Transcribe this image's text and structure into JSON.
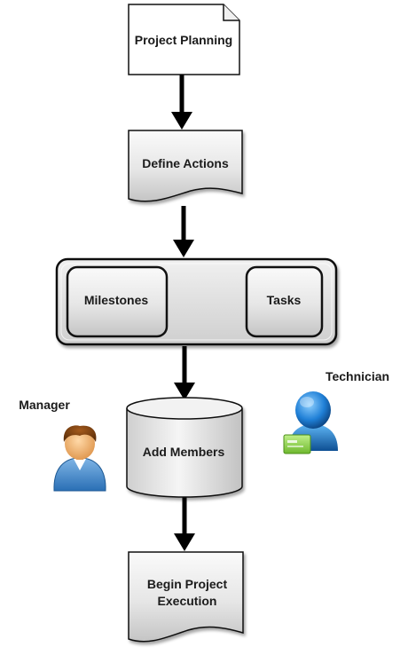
{
  "diagram": {
    "nodes": {
      "project_planning": {
        "label": "Project Planning"
      },
      "define_actions": {
        "label": "Define Actions"
      },
      "milestones": {
        "label": "Milestones"
      },
      "tasks": {
        "label": "Tasks"
      },
      "add_members": {
        "label": "Add Members"
      },
      "begin_execution": {
        "label_line1": "Begin Project",
        "label_line2": "Execution"
      }
    },
    "actors": {
      "manager": {
        "label": "Manager",
        "icon": "manager-person-icon"
      },
      "technician": {
        "label": "Technician",
        "icon": "technician-person-icon"
      }
    },
    "colors": {
      "node_fill_top": "#f7f7f7",
      "node_fill_bottom": "#c9c9c9",
      "stroke": "#111111",
      "arrow": "#000000"
    }
  }
}
